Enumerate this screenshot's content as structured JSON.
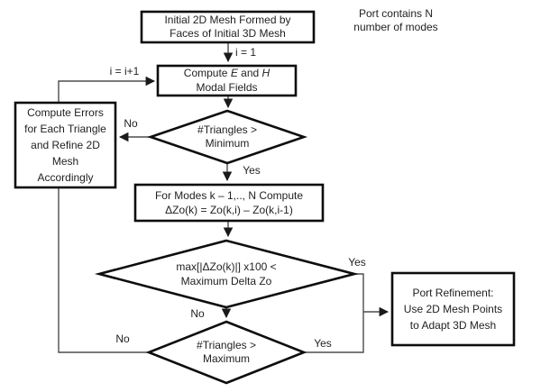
{
  "note": {
    "line1": "Port contains N",
    "line2": "number of modes"
  },
  "boxes": {
    "initial_mesh": {
      "line1": "Initial 2D Mesh Formed by",
      "line2": "Faces of Initial 3D Mesh"
    },
    "compute_fields": {
      "pre": "Compute ",
      "e": "E",
      "mid": " and ",
      "h": "H",
      "line2": "Modal Fields"
    },
    "refine_mesh": {
      "line1": "Compute Errors",
      "line2": "for Each Triangle",
      "line3": "and Refine 2D",
      "line4": "Mesh",
      "line5": "Accordingly"
    },
    "for_modes": {
      "line1": "For Modes k – 1,.., N Compute",
      "line2": "ΔZo(k) = Zo(k,i) – Zo(k,i-1)"
    },
    "port_refinement": {
      "line1": "Port Refinement:",
      "line2": "Use 2D Mesh Points",
      "line3": "to Adapt 3D Mesh"
    }
  },
  "diamonds": {
    "min_check": {
      "line1": "#Triangles >",
      "line2": "Minimum"
    },
    "delta_check": {
      "line1": "max[|ΔZo(k)|] x100 <",
      "line2": "Maximum Delta Zo"
    },
    "max_check": {
      "line1": "#Triangles >",
      "line2": "Maximum"
    }
  },
  "labels": {
    "iter_init": "i = 1",
    "iter_increment": "i = i+1",
    "min_no": "No",
    "min_yes": "Yes",
    "delta_yes": "Yes",
    "delta_no": "No",
    "max_yes": "Yes",
    "max_no": "No"
  },
  "colors": {
    "shape_border": "#0d0d0d",
    "connector": "#4d4d4d",
    "text": "#1f1f1f",
    "background": "#ffffff"
  }
}
